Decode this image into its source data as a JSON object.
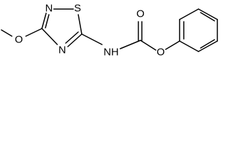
{
  "structure": {
    "atoms": {
      "n_ring_top": "N",
      "s_ring": "S",
      "n_ring_bottom": "N",
      "o_methoxy": "O",
      "nh": "NH",
      "o_carbonyl": "O",
      "o_ester": "O"
    }
  }
}
